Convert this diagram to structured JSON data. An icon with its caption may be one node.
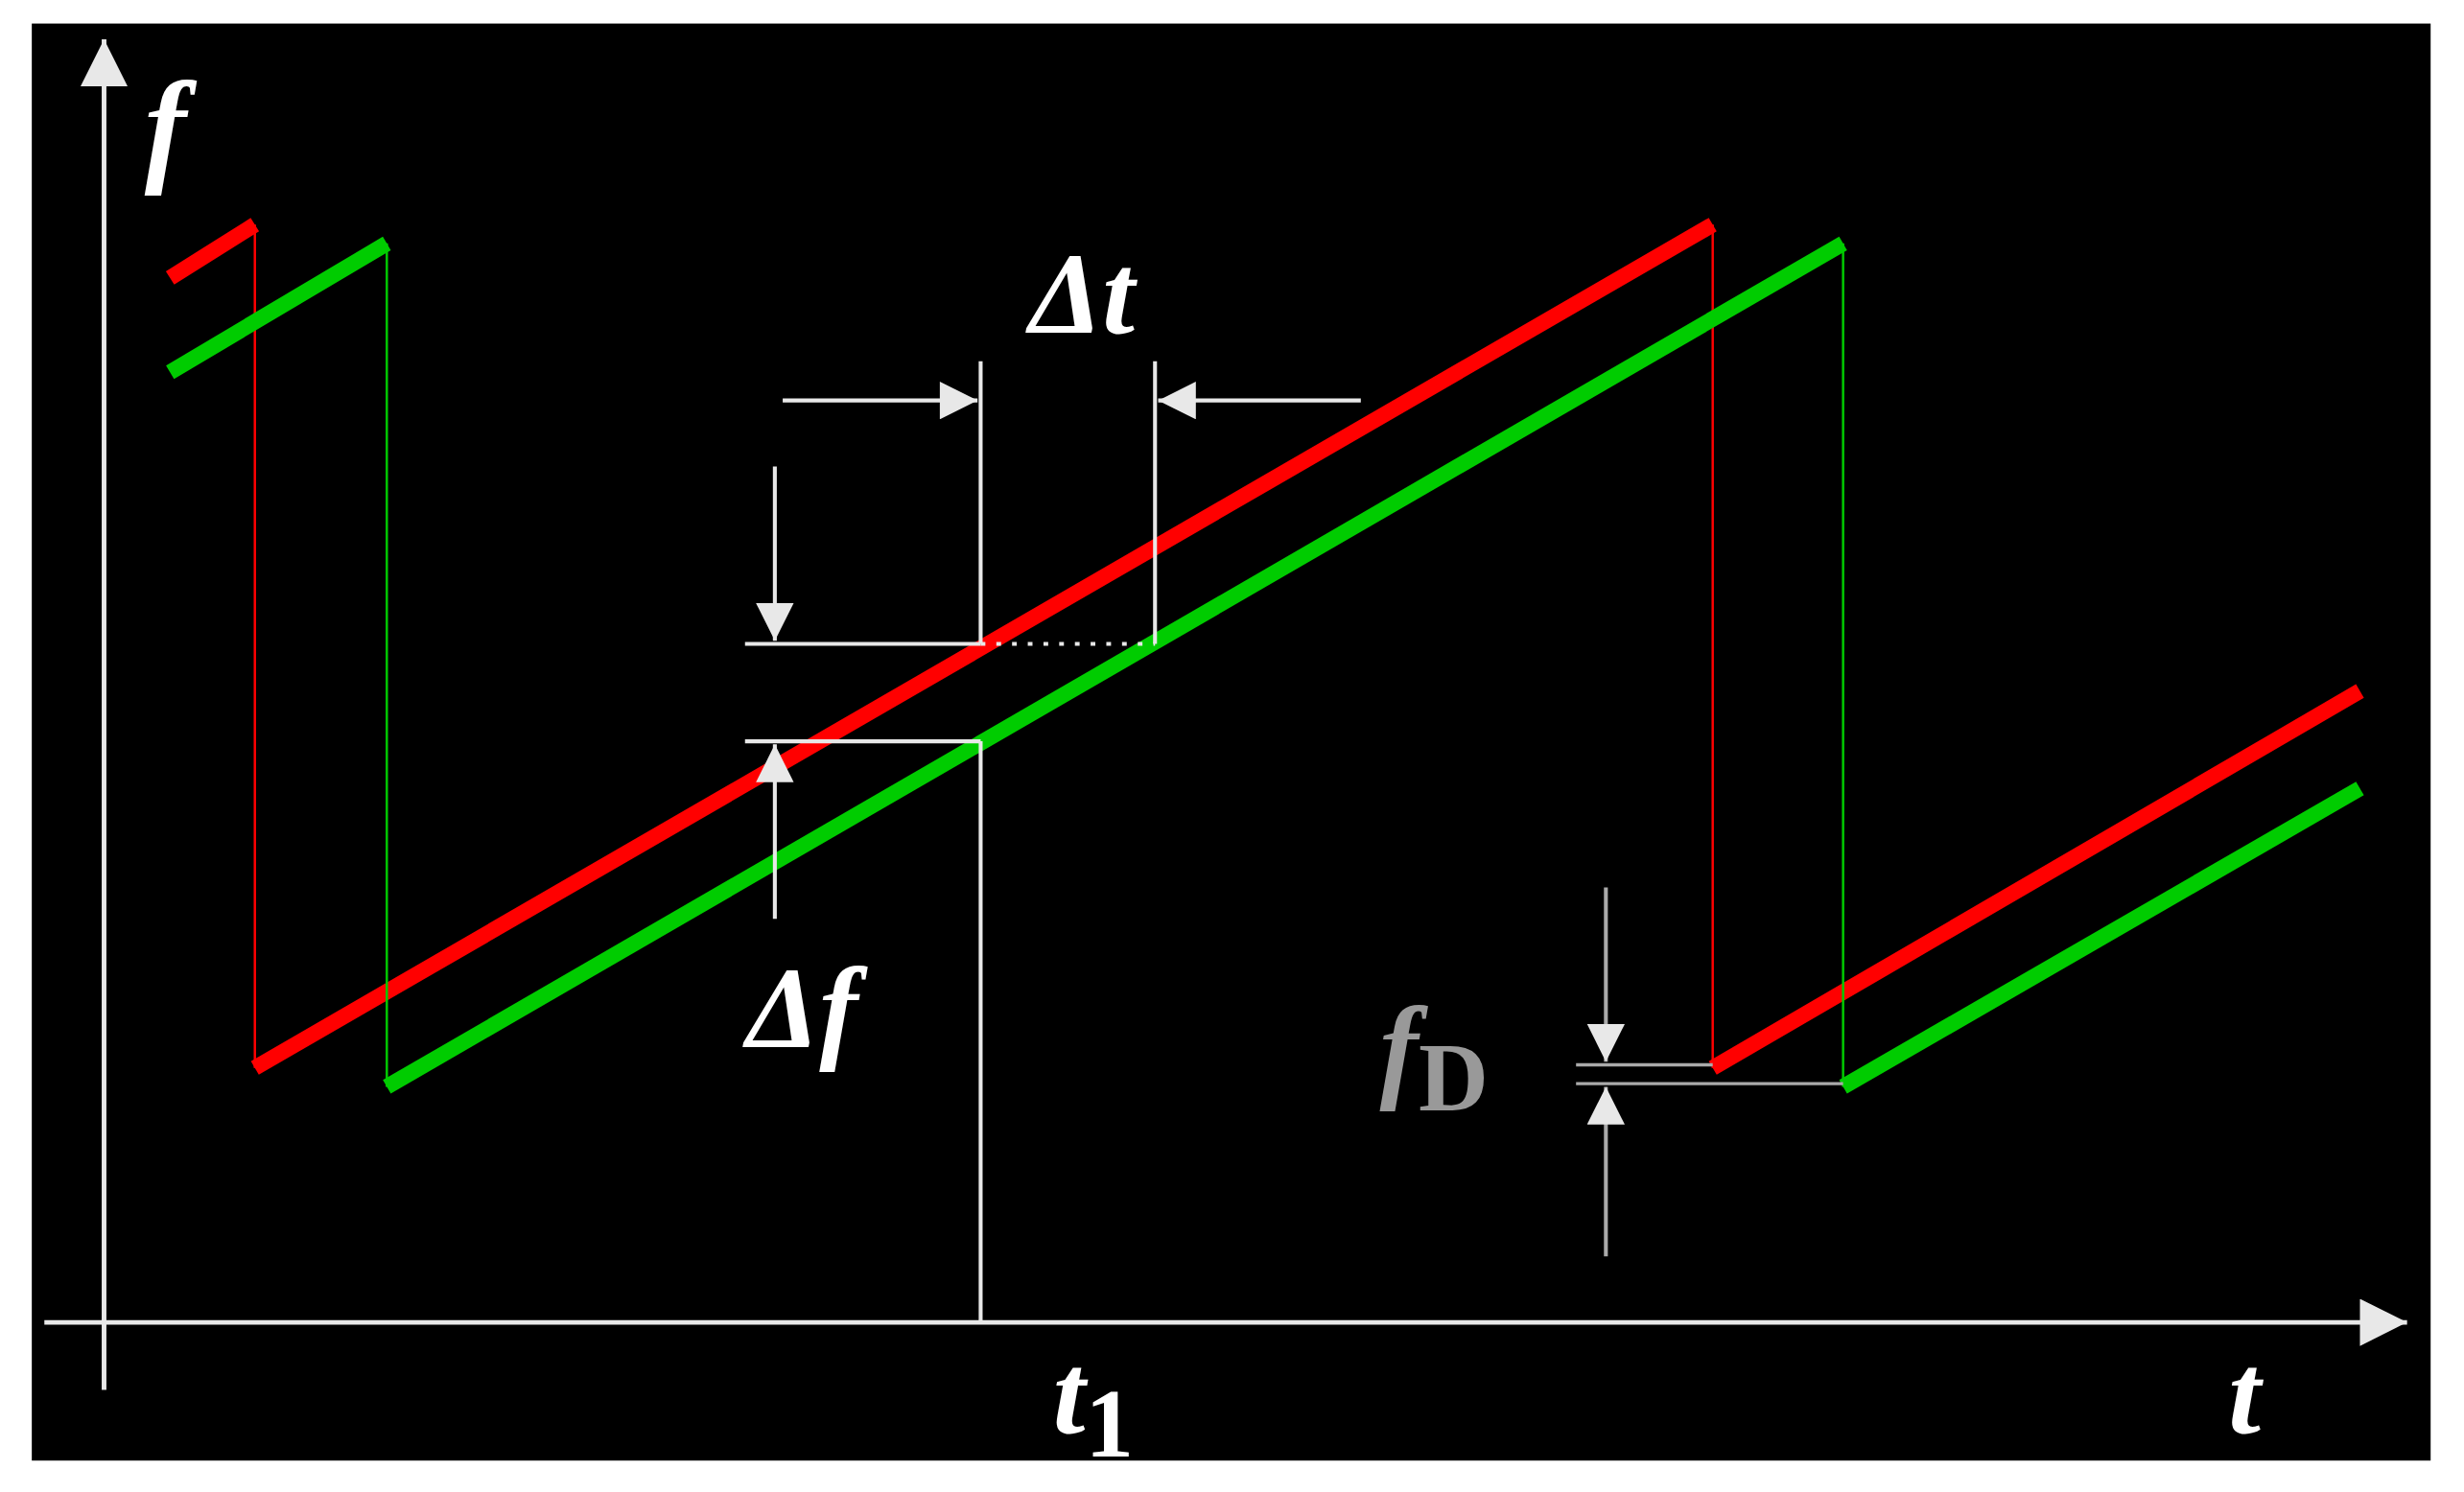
{
  "diagram": {
    "labels": [
      "f",
      "Δt",
      "Δf",
      "*f*$_{D}$",
      "*t*$_{1}$",
      "t"
    ]
  }
}
